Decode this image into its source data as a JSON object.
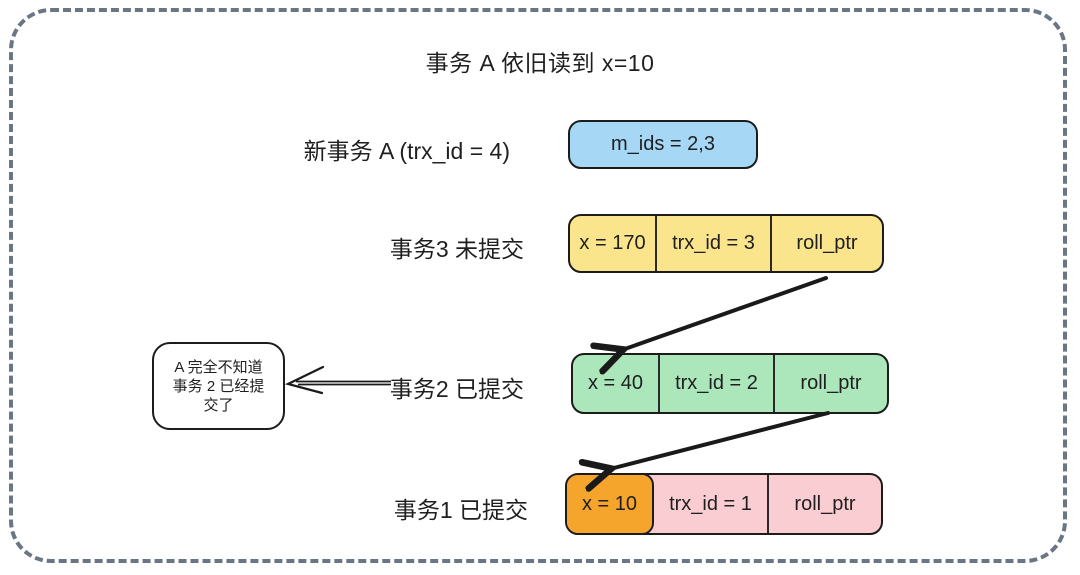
{
  "title": "事务 A 依旧读到 x=10",
  "rows": [
    {
      "label": "新事务 A (trx_id = 4)",
      "cells": [
        "m_ids = 2,3"
      ],
      "fill": "#a6d8f6"
    },
    {
      "label": "事务3 未提交",
      "cells": [
        "x = 170",
        "trx_id = 3",
        "roll_ptr"
      ],
      "fill": "#fae58c"
    },
    {
      "label": "事务2 已提交",
      "cells": [
        "x = 40",
        "trx_id = 2",
        "roll_ptr"
      ],
      "fill": "#abe7bb"
    },
    {
      "label": "事务1 已提交",
      "cells": [
        "x = 10",
        "trx_id = 1",
        "roll_ptr"
      ],
      "fill": "#f9cdd2",
      "highlight_fill": "#f5a52b"
    }
  ],
  "callout": {
    "lines": [
      "A 完全不知道",
      "事务 2 已经提",
      "交了"
    ]
  },
  "colors": {
    "frame_border": "#6b7685",
    "box_border": "#1c1c1c",
    "arrow": "#1a1a1a",
    "text": "#1f1f1f"
  }
}
